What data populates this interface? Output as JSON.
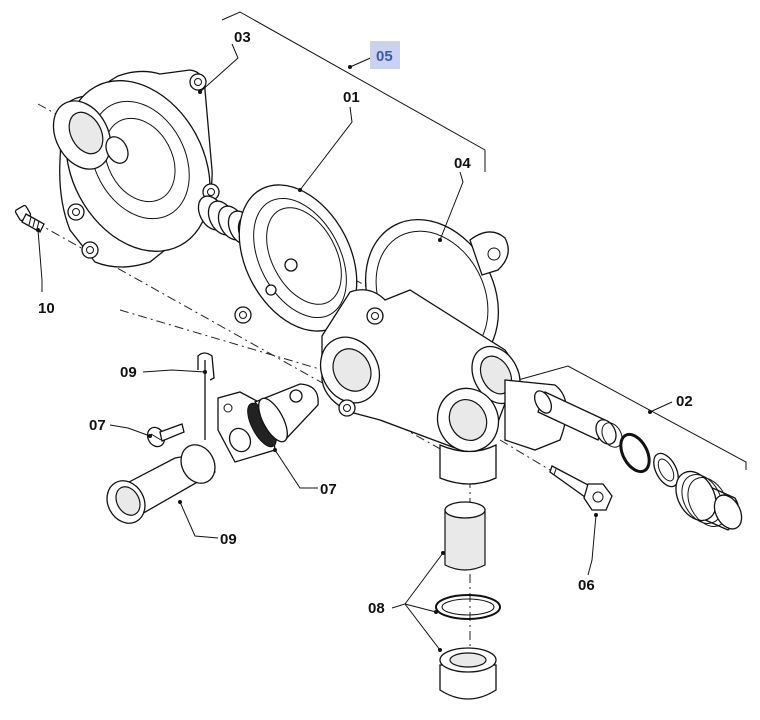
{
  "labels": {
    "p01": "01",
    "p02": "02",
    "p03": "03",
    "p04": "04",
    "p05": "05",
    "p06": "06",
    "p07a": "07",
    "p07b": "07",
    "p08": "08",
    "p09a": "09",
    "p09b": "09",
    "p10": "10"
  },
  "colors": {
    "highlight": "#c9d3f0",
    "line": "#111111",
    "background": "#ffffff"
  }
}
